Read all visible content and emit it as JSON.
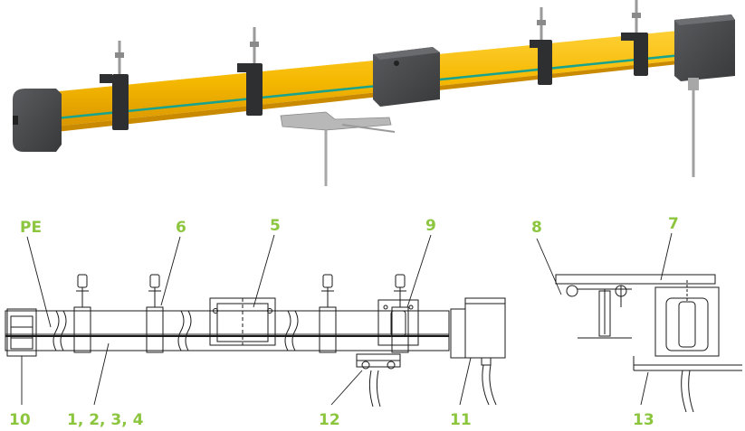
{
  "callouts": {
    "pe": "PE",
    "c6": "6",
    "c5": "5",
    "c9": "9",
    "c8": "8",
    "c7": "7",
    "c10": "10",
    "c1234": "1, 2, 3, 4",
    "c12": "12",
    "c11": "11",
    "c13": "13"
  },
  "colors": {
    "callout": "#8cc63f",
    "rail": "#f5b800",
    "rail_shade": "#e8a200",
    "rail_stripe": "#1aa38c",
    "housing": "#4a4b4d"
  }
}
